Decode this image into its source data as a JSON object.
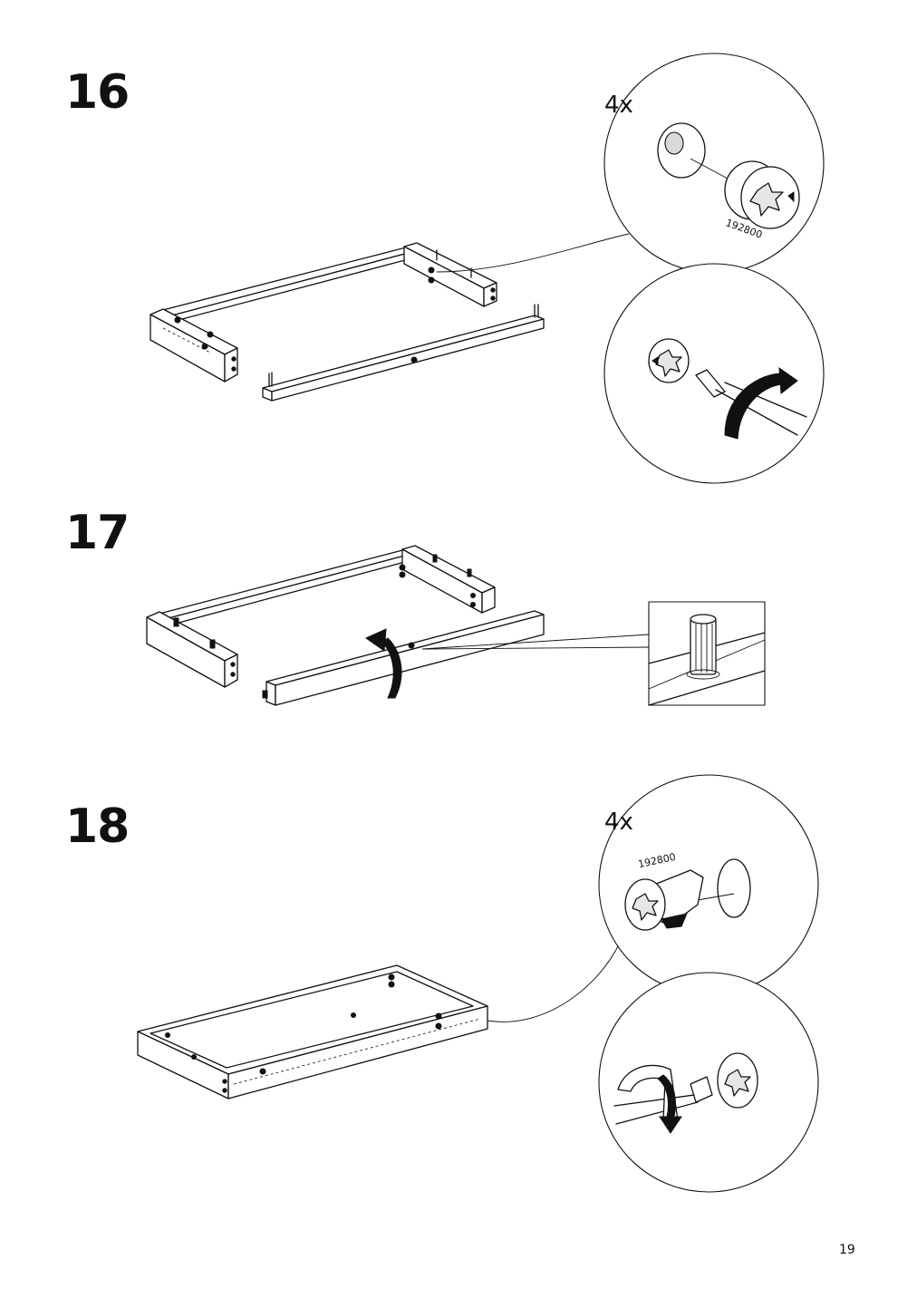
{
  "steps": [
    {
      "number": "16",
      "quantity": "4x",
      "part_number": "192800"
    },
    {
      "number": "17"
    },
    {
      "number": "18",
      "quantity": "4x",
      "part_number": "192800"
    }
  ],
  "page_number": "19",
  "icons": {
    "step16": [
      "frame-assembly-illustration",
      "cam-lock-detail-icon",
      "screwdriver-tighten-icon"
    ],
    "step17": [
      "frame-assembly-illustration",
      "rotate-arrow-icon",
      "dowel-detail-icon"
    ],
    "step18": [
      "frame-assembly-illustration",
      "cam-lock-detail-icon",
      "screwdriver-tighten-icon"
    ]
  }
}
